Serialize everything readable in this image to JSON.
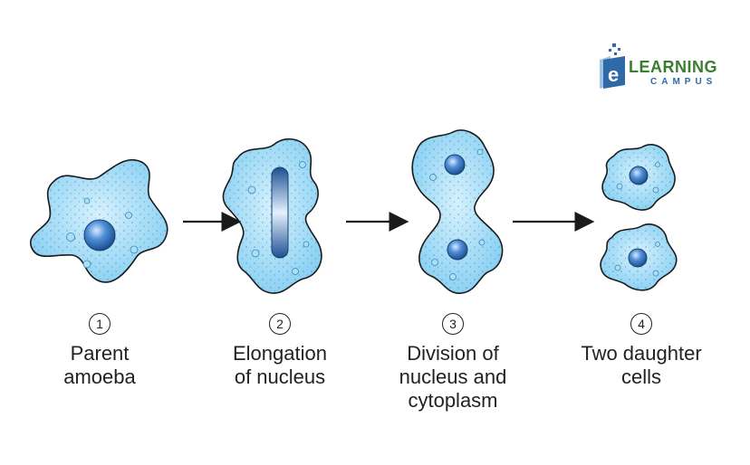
{
  "logo": {
    "letter": "e",
    "word1": "LEARNING",
    "word2": "CAMPUS",
    "colors": {
      "green": "#3a7d2f",
      "blue": "#2e6aa8"
    }
  },
  "stages": [
    {
      "number": "1",
      "label": [
        "Parent",
        "amoeba"
      ]
    },
    {
      "number": "2",
      "label": [
        "Elongation",
        "of nucleus"
      ]
    },
    {
      "number": "3",
      "label": [
        "Division of",
        "nucleus and",
        "cytoplasm"
      ]
    },
    {
      "number": "4",
      "label": [
        "Two daughter",
        "cells"
      ]
    }
  ],
  "colors": {
    "cell_fill": "#8fd3f4",
    "cell_outline": "#1a1a1a",
    "nucleus": "#2f6db3",
    "arrow": "#1a1a1a",
    "text": "#222222"
  }
}
